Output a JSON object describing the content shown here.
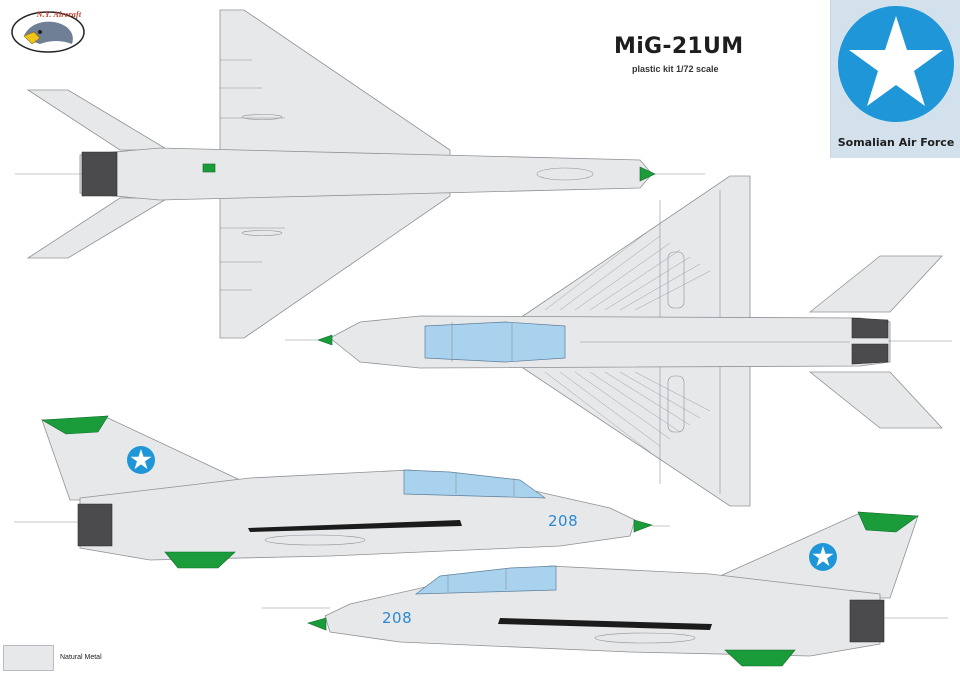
{
  "logo": {
    "text": "N.Y. Aircraft",
    "icon": "eagle-head-icon"
  },
  "title": "MiG-21UM",
  "subtitle": "plastic kit 1/72 scale",
  "insignia": {
    "label": "Somalian Air Force",
    "color_disc": "#1e96d8",
    "color_star": "#ffffff",
    "icon": "star-roundel-icon"
  },
  "serial_number": "208",
  "legend": [
    {
      "label": "Natural Metal",
      "color": "#e7e8ea"
    }
  ],
  "colors": {
    "metal": "#e7e8ea",
    "outline": "#8e9196",
    "green": "#1a9c3b",
    "canopy": "#a9d2ee",
    "exhaust": "#4b4b4d",
    "panel": "#d3e1ed"
  }
}
